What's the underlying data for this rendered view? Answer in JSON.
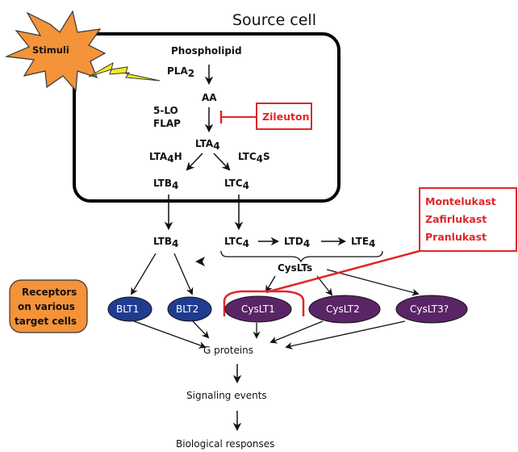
{
  "title": "Source cell",
  "stimuli": "Stimuli",
  "inside": {
    "phospholipid": "Phospholipid",
    "pla2": "PLA",
    "pla2_sub": "2",
    "aa": "AA",
    "five_lo": "5-LO",
    "flap": "FLAP",
    "lta4": "LTA",
    "lta4_sub": "4",
    "lta4h": "LTA",
    "lta4h_sub": "4",
    "lta4h_tail": "H",
    "ltc4s": "LTC",
    "ltc4s_sub": "4",
    "ltc4s_tail": "S",
    "ltb4": "LTB",
    "ltb4_sub": "4",
    "ltc4": "LTC",
    "ltc4_sub": "4"
  },
  "inhibitors": {
    "zileuton": "Zileuton",
    "antagonists": [
      "Montelukast",
      "Zafirlukast",
      "Pranlukast"
    ]
  },
  "outside": {
    "ltb4": "LTB",
    "ltb4_sub": "4",
    "ltc4": "LTC",
    "ltc4_sub": "4",
    "ltd4": "LTD",
    "ltd4_sub": "4",
    "lte4": "LTE",
    "lte4_sub": "4",
    "cyslts": "CysLTs"
  },
  "receptors_label": [
    "Receptors",
    "on various",
    "target cells"
  ],
  "receptors": {
    "blt1": "BLT1",
    "blt2": "BLT2",
    "cyslt1": "CysLT1",
    "cyslt2": "CysLT2",
    "cyslt3": "CysLT3?"
  },
  "downstream": {
    "g_proteins": "G proteins",
    "signaling": "Signaling events",
    "responses": "Biological responses"
  },
  "colors": {
    "stimuli_fill": "#f4933a",
    "bolt_fill": "#f5eb1e",
    "blt_fill": "#1f3c8f",
    "cyslt_fill": "#5a2566",
    "inhibitor_red": "#e0262a",
    "receptor_box_fill": "#f4933a"
  }
}
